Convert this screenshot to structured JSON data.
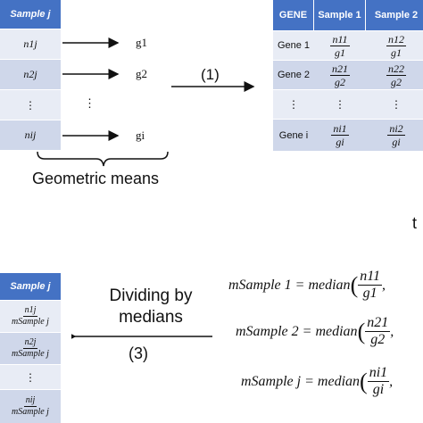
{
  "left_table": {
    "header": "Sample j",
    "rows": [
      "n1j",
      "n2j",
      "⋮",
      "nij"
    ]
  },
  "means": [
    "g1",
    "g2",
    "⋮",
    "gi"
  ],
  "geo_label": "Geometric means",
  "step1": "(1)",
  "gene_table": {
    "headers": [
      "GENE",
      "Sample 1",
      "Sample 2"
    ],
    "rows": [
      {
        "gene": "Gene 1",
        "c1": [
          "n11",
          "g1"
        ],
        "c2": [
          "n12",
          "g1"
        ]
      },
      {
        "gene": "Gene 2",
        "c1": [
          "n21",
          "g2"
        ],
        "c2": [
          "n22",
          "g2"
        ]
      },
      {
        "gene": "⋮",
        "c1": [
          "⋮",
          ""
        ],
        "c2": [
          "⋮",
          ""
        ]
      },
      {
        "gene": "Gene i",
        "c1": [
          "ni1",
          "gi"
        ],
        "c2": [
          "ni2",
          "gi"
        ]
      }
    ]
  },
  "side_letter": "t",
  "result_table": {
    "header": "Sample j",
    "rows": [
      [
        "n1j",
        "mSample j"
      ],
      [
        "n2j",
        "mSample j"
      ],
      [
        "⋮",
        ""
      ],
      [
        "nij",
        "mSample j"
      ]
    ]
  },
  "step3_label_line1": "Dividing by",
  "step3_label_line2": "medians",
  "step3": "(3)",
  "equations": [
    {
      "lhs": "mSample 1",
      "func": "median",
      "num": "n11",
      "den": "g1"
    },
    {
      "lhs": "mSample 2",
      "func": "median",
      "num": "n21",
      "den": "g2"
    },
    {
      "lhs": "mSample j",
      "func": "median",
      "num": "ni1",
      "den": "gi"
    }
  ]
}
